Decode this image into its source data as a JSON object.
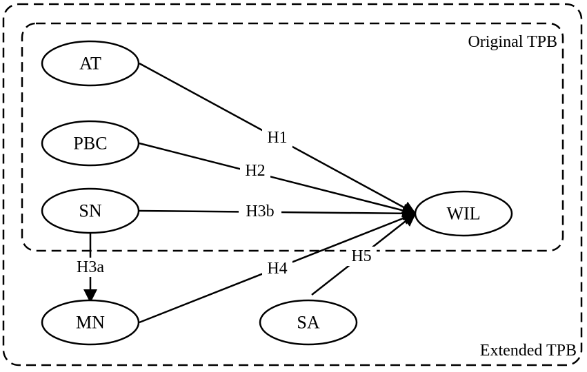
{
  "groups": {
    "outer_label": "Extended TPB",
    "inner_label": "Original TPB"
  },
  "nodes": {
    "at": "AT",
    "pbc": "PBC",
    "sn": "SN",
    "mn": "MN",
    "sa": "SA",
    "wil": "WIL"
  },
  "edges": {
    "h1": "H1",
    "h2": "H2",
    "h3a": "H3a",
    "h3b": "H3b",
    "h4": "H4",
    "h5": "H5"
  }
}
